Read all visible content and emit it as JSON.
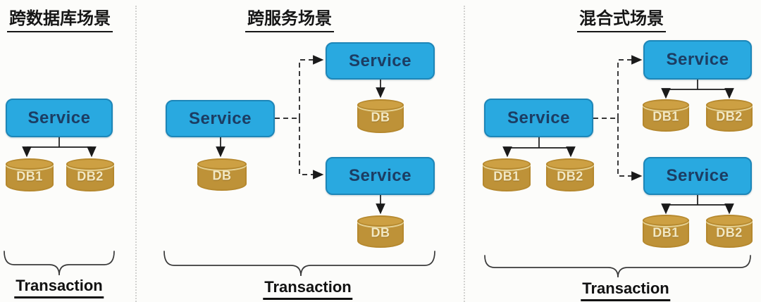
{
  "panels": [
    {
      "id": "cross-database",
      "title": "跨数据库场景",
      "services": [
        {
          "label": "Service"
        }
      ],
      "databases": [
        {
          "label": "DB1"
        },
        {
          "label": "DB2"
        }
      ],
      "transaction_label": "Transaction"
    },
    {
      "id": "cross-service",
      "title": "跨服务场景",
      "services": [
        {
          "role": "caller",
          "label": "Service"
        },
        {
          "role": "callee-top",
          "label": "Service"
        },
        {
          "role": "callee-bottom",
          "label": "Service"
        }
      ],
      "databases": [
        {
          "of": "caller",
          "label": "DB"
        },
        {
          "of": "callee-top",
          "label": "DB"
        },
        {
          "of": "callee-bottom",
          "label": "DB"
        }
      ],
      "transaction_label": "Transaction"
    },
    {
      "id": "hybrid",
      "title": "混合式场景",
      "services": [
        {
          "role": "caller",
          "label": "Service"
        },
        {
          "role": "callee-top",
          "label": "Service"
        },
        {
          "role": "callee-bottom",
          "label": "Service"
        }
      ],
      "databases": [
        {
          "of": "caller",
          "label": "DB1"
        },
        {
          "of": "caller",
          "label": "DB2"
        },
        {
          "of": "callee-top",
          "label": "DB1"
        },
        {
          "of": "callee-top",
          "label": "DB2"
        },
        {
          "of": "callee-bottom",
          "label": "DB1"
        },
        {
          "of": "callee-bottom",
          "label": "DB2"
        }
      ],
      "transaction_label": "Transaction"
    }
  ],
  "colors": {
    "service_fill": "#29A9E0",
    "service_border": "#1D86B8",
    "service_text": "#1C3D63",
    "db_fill": "#BE9238",
    "db_top_fill": "#CDA043",
    "db_border": "#B5882E",
    "db_text": "#F2E8C4",
    "connector": "#1A1A1A",
    "brace": "#3A3A3A",
    "divider": "#D2D2D0",
    "background": "#FCFCFA"
  }
}
